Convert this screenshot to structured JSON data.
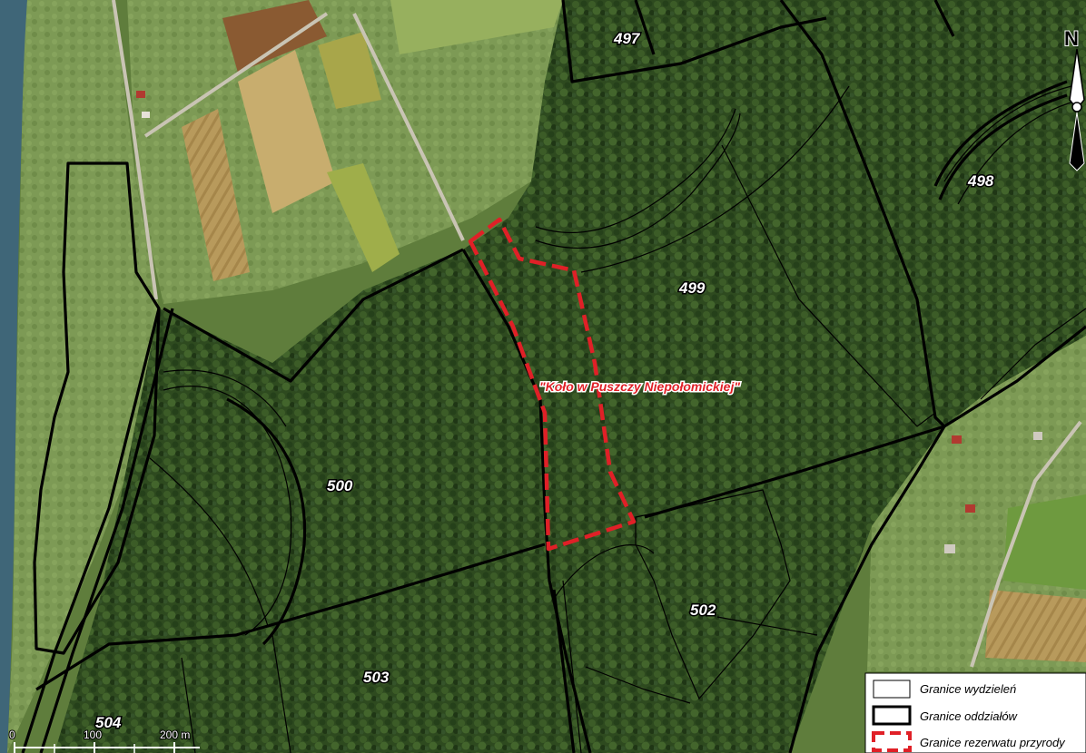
{
  "map": {
    "compartments": [
      {
        "id": "c497",
        "label": "497"
      },
      {
        "id": "c498",
        "label": "498"
      },
      {
        "id": "c499",
        "label": "499"
      },
      {
        "id": "c500",
        "label": "500"
      },
      {
        "id": "c502",
        "label": "502"
      },
      {
        "id": "c503",
        "label": "503"
      },
      {
        "id": "c504",
        "label": "504"
      }
    ],
    "reserve_label": "\"Koło w Puszczy Niepołomickiej\"",
    "north_label": "N",
    "scale_bar": {
      "ticks": [
        "0",
        "100",
        "200 m"
      ]
    },
    "legend": [
      {
        "label": "Granice wydzieleń"
      },
      {
        "label": "Granice oddziałów"
      },
      {
        "label": "Granice rezerwatu przyrody"
      }
    ],
    "colors": {
      "forest": "#2f4a1e",
      "reserve_boundary": "#e02027",
      "compartment_line": "#000000"
    }
  }
}
